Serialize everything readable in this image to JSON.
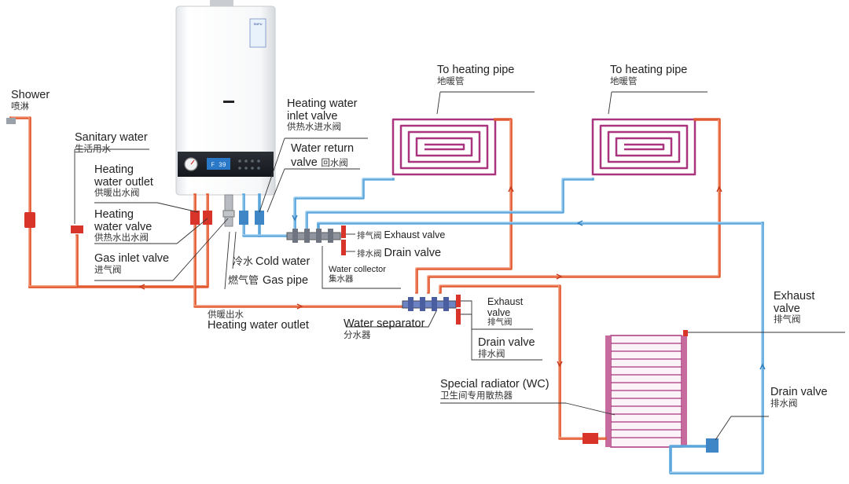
{
  "labels": {
    "shower": {
      "en": "Shower",
      "zh": "喷淋"
    },
    "sanitary": {
      "en": "Sanitary water",
      "zh": "生活用水"
    },
    "heating_outlet_top": {
      "en1": "Heating",
      "en2": "water outlet",
      "zh": "供暖出水阀"
    },
    "heating_valve": {
      "en1": "Heating",
      "en2": "water valve",
      "zh": "供热水出水阀"
    },
    "gas_inlet": {
      "en": "Gas inlet valve",
      "zh": "进气阀"
    },
    "heating_inlet": {
      "en1": "Heating water",
      "en2": "inlet valve",
      "zh": "供热水进水阀"
    },
    "water_return": {
      "en1": "Water return",
      "en2": "valve",
      "zh": "回水阀"
    },
    "cold_water": {
      "zh": "冷水",
      "en": "Cold water"
    },
    "gas_pipe": {
      "zh": "燃气管",
      "en": "Gas pipe"
    },
    "heating_outlet_bottom": {
      "zh": "供暖出水",
      "en": "Heating water outlet"
    },
    "water_collector": {
      "en": "Water collector",
      "zh": "集水器"
    },
    "exhaust_small": {
      "zh": "排气阀",
      "en": "Exhaust valve"
    },
    "drain_small": {
      "zh": "排水阀",
      "en": "Drain valve"
    },
    "to_heating_1": {
      "en": "To heating pipe",
      "zh": "地暖管"
    },
    "to_heating_2": {
      "en": "To heating pipe",
      "zh": "地暖管"
    },
    "water_separator": {
      "en": "Water separator",
      "zh": "分水器"
    },
    "exhaust_sep": {
      "en1": "Exhaust",
      "en2": "valve",
      "zh": "排气阀"
    },
    "drain_sep": {
      "en": "Drain valve",
      "zh": "排水阀"
    },
    "special_radiator": {
      "en": "Special radiator (WC)",
      "zh": "卫生间专用散热器"
    },
    "exhaust_right": {
      "en1": "Exhaust",
      "en2": "valve",
      "zh": "排气阀"
    },
    "drain_right": {
      "en": "Drain valve",
      "zh": "排水阀"
    }
  },
  "boiler": {
    "display": "F 39",
    "brand": "SNPU"
  },
  "colors": {
    "hot_pipe": "#e45a30",
    "cold_pipe": "#5aa6dd",
    "floor_coil": "#a8357e",
    "leader": "#333333",
    "valve": "#d8342a"
  }
}
